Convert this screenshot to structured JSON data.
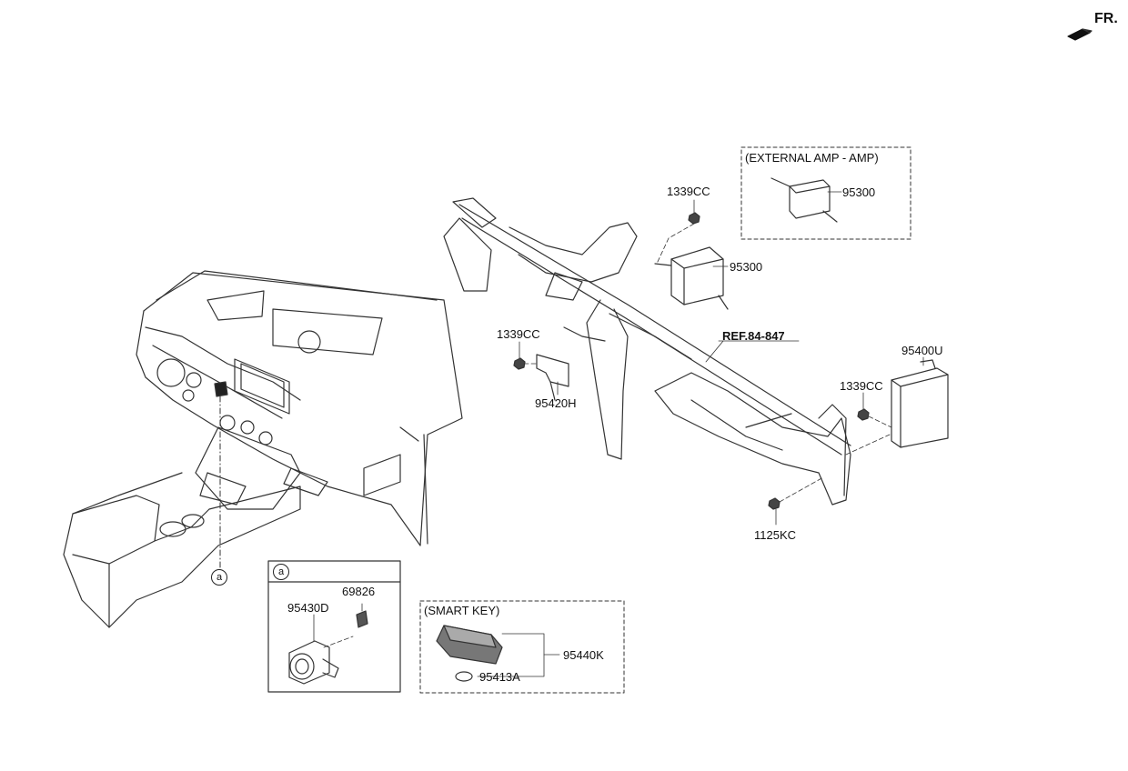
{
  "orientation": {
    "label": "FR."
  },
  "callouts": {
    "a_main": "a",
    "a_inset": "a"
  },
  "boxes": {
    "external_amp": {
      "title": "(EXTERNAL AMP - AMP)"
    },
    "smart_key": {
      "title": "(SMART KEY)"
    }
  },
  "parts": {
    "p95300_ext": "95300",
    "p95300": "95300",
    "p1339cc_top": "1339CC",
    "p1339cc_left": "1339CC",
    "p1339cc_right": "1339CC",
    "p95420h": "95420H",
    "p95400u": "95400U",
    "p1125kc": "1125KC",
    "ref": "REF.84-847",
    "p69826": "69826",
    "p95430d": "95430D",
    "p95440k": "95440K",
    "p95413a": "95413A"
  }
}
